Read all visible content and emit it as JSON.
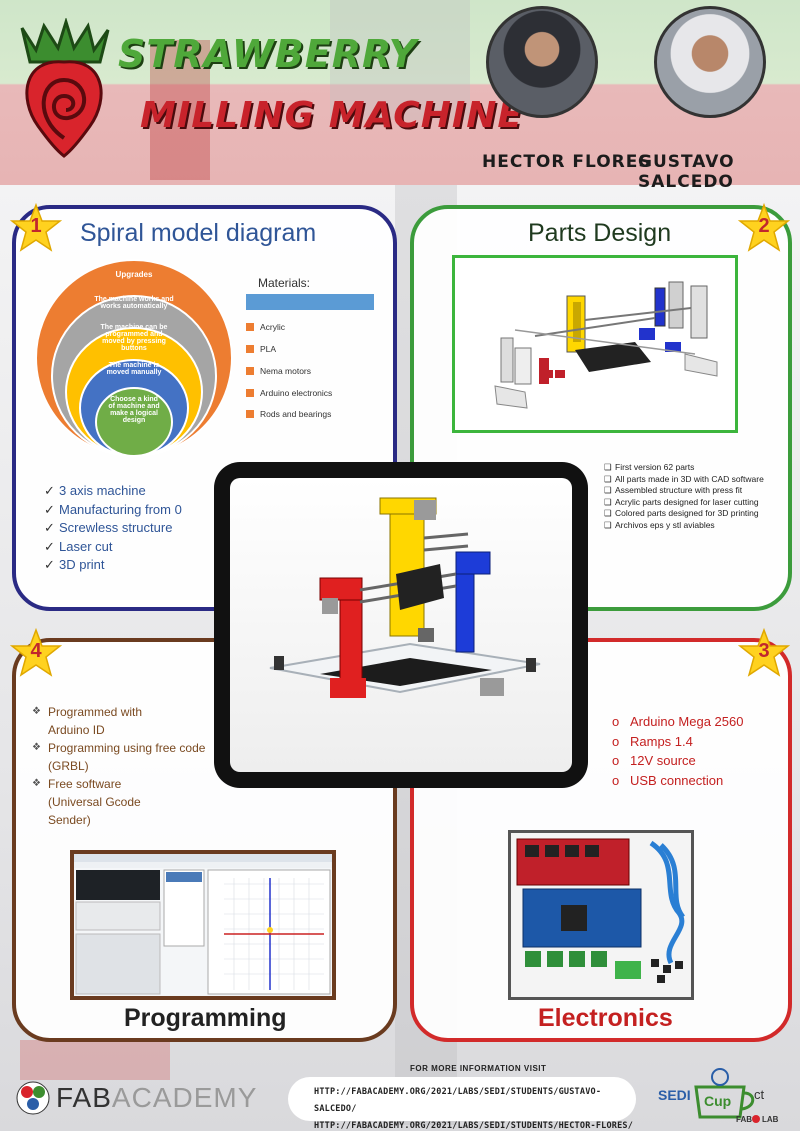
{
  "header": {
    "title_line1": "Strawberry",
    "title_line2": "Milling Machine",
    "authors": [
      "Hector Flores",
      "Gustavo Salcedo"
    ]
  },
  "sections": {
    "spiral": {
      "number": "1",
      "title": "Spiral model diagram",
      "rings": [
        "Upgrades",
        "The machine works and works automatically",
        "The machine can be programmed and moved by pressing buttons",
        "The machine is moved manually",
        "Choose a kind of machine and make a logical design"
      ],
      "materials_title": "Materials:",
      "materials": [
        "Acrylic",
        "PLA",
        "Nema motors",
        "Arduino electronics",
        "Rods and bearings"
      ],
      "features": [
        "3 axis machine",
        "Manufacturing from 0",
        "Screwless structure",
        "Laser cut",
        "3D print"
      ]
    },
    "parts": {
      "number": "2",
      "title": "Parts Design",
      "notes": [
        "First version 62 parts",
        "All parts made in 3D with CAD software",
        "Assembled structure with press fit",
        "Acrylic parts designed for laser cutting",
        "Colored parts designed for 3D printing",
        "Archivos eps y stl aviables"
      ]
    },
    "electronics": {
      "number": "3",
      "title": "Electronics",
      "items": [
        "Arduino Mega 2560",
        "Ramps 1.4",
        "12V source",
        "USB connection"
      ]
    },
    "programming": {
      "number": "4",
      "title": "Programming",
      "items": [
        "Programmed with Arduino ID",
        "Programming using free code (GRBL)",
        "Free software (Universal Gcode Sender)"
      ]
    }
  },
  "footer": {
    "info_title": "For more information visit",
    "urls": [
      "http://fabacademy.org/2021/labs/sedi/students/gustavo-salcedo/",
      "http://fabacademy.org/2021/labs/sedi/students/hector-flores/"
    ],
    "fab_logo_dark": "FAB",
    "fab_logo_light": "ACADEMY",
    "sedi_logo": "SEDI",
    "sedi_cup": "Cup",
    "sedi_ct": "ct",
    "sedi_fab": "FAB",
    "sedi_lab": "LAB"
  },
  "colors": {
    "green": "#4fa83a",
    "red": "#c8232b",
    "blue": "#2f5597",
    "brown": "#6a3b1f",
    "star": "#ffd21f"
  }
}
